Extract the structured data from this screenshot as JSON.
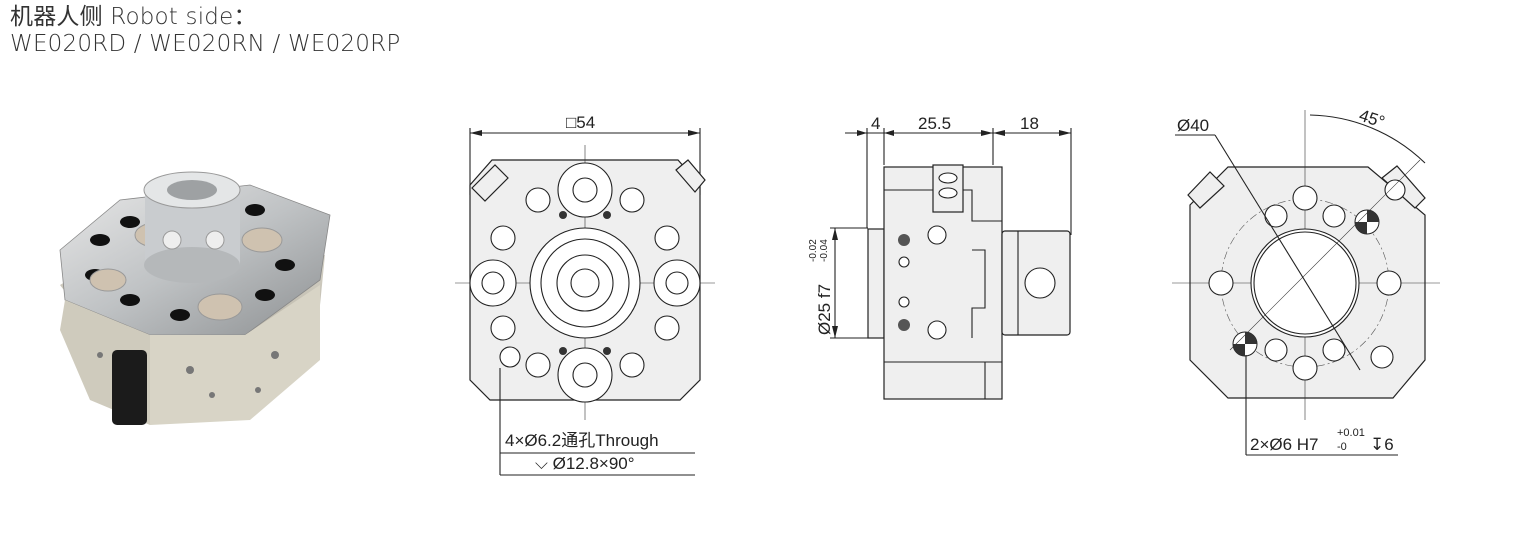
{
  "title": {
    "line1": "机器人侧 Robot side：",
    "line2": "WE020RD / WE020RN / WE020RP"
  },
  "front_view": {
    "width_dim": "□54",
    "hole_note_1": "4×Ø6.2通孔Through",
    "hole_note_2": "⌵ Ø12.8×90°"
  },
  "side_view": {
    "dim_flange": "4",
    "dim_body": "25.5",
    "dim_shaft": "18",
    "dim_diameter": "Ø25 f7",
    "tol_upper": "-0.02",
    "tol_lower": "-0.04"
  },
  "rear_view": {
    "circle_dim": "Ø40",
    "angle_dim": "45°",
    "pin_note": "2×Ø6 H7",
    "pin_tol_upper": "+0.01",
    "pin_tol_lower": "-0",
    "pin_depth": "↧6"
  }
}
